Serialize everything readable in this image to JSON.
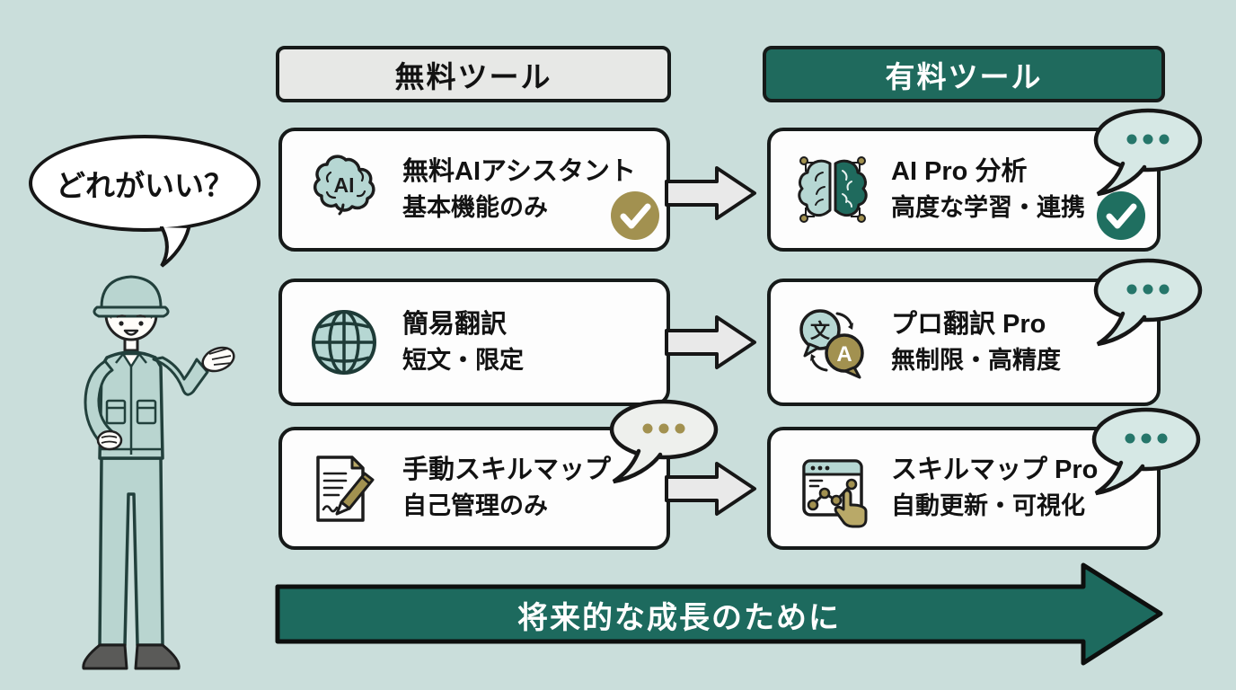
{
  "speech": {
    "question": "どれがいい？"
  },
  "columns": {
    "free": "無料ツール",
    "paid": "有料ツール"
  },
  "rows": [
    {
      "free": {
        "icon": "ai-brain-icon",
        "title": "無料AIアシスタント",
        "subtitle": "基本機能のみ",
        "badge": "olive-check"
      },
      "paid": {
        "icon": "ai-pro-brain-icon",
        "title": "AI Pro 分析",
        "subtitle": "高度な学習・連携",
        "badge": "teal-check",
        "bubble": "ellipsis"
      }
    },
    {
      "free": {
        "icon": "globe-icon",
        "title": "簡易翻訳",
        "subtitle": "短文・限定"
      },
      "paid": {
        "icon": "translate-icon",
        "title": "プロ翻訳 Pro",
        "subtitle": "無制限・高精度",
        "bubble": "ellipsis"
      }
    },
    {
      "free": {
        "icon": "document-pencil-icon",
        "title": "手動スキルマップ",
        "subtitle": "自己管理のみ",
        "bubble": "ellipsis-olive"
      },
      "paid": {
        "icon": "skillmap-chart-icon",
        "title": "スキルマップ Pro",
        "subtitle": "自動更新・可視化",
        "bubble": "ellipsis"
      }
    }
  ],
  "bottom_arrow": {
    "label": "将来的な成長のために"
  },
  "icon_glyphs": {
    "ai": "AI",
    "cjk": "文",
    "latin": "A"
  },
  "colors": {
    "background": "#cadedb",
    "teal": "#1f6a5d",
    "olive": "#a29150",
    "light_teal": "#b6d7d3",
    "bubble_teal": "#d6e8e5",
    "bubble_gray": "#eef0ed",
    "card_bg": "#fdfdfd",
    "outline": "#161a19",
    "arrow_gray": "#e9e9e9"
  }
}
